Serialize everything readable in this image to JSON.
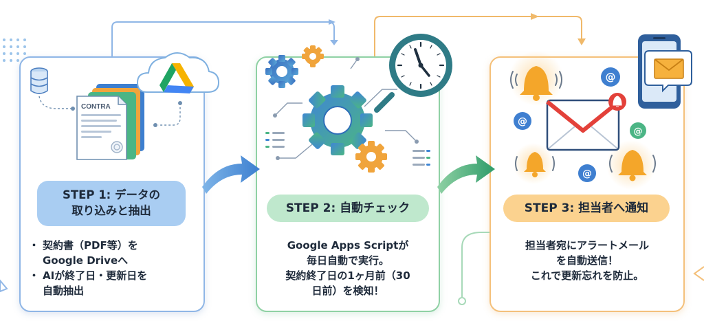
{
  "steps": [
    {
      "title_line1": "STEP 1: データの",
      "title_line2": "取り込みと抽出",
      "desc_line1": "契約書（PDF等）を",
      "desc_line2": "Google Driveへ",
      "desc_line3": "AIが終了日・更新日を",
      "desc_line4": "自動抽出"
    },
    {
      "title": "STEP 2: 自動チェック",
      "desc_line1": "Google Apps Scriptが",
      "desc_line2": "毎日自動で実行。",
      "desc_line3": "契約終了日の1ヶ月前（30",
      "desc_line4": "日前）を検知！"
    },
    {
      "title": "STEP 3: 担当者へ通知",
      "desc_line1": "担当者宛にアラートメール",
      "desc_line2": "を自動送信！",
      "desc_line3": "これで更新忘れを防止。"
    }
  ],
  "document_label": "CONTRA",
  "icons": [
    "database-icon",
    "cloud-icon",
    "google-drive-icon",
    "contract-document-icon",
    "gear-icon",
    "clock-icon",
    "bell-icon",
    "email-icon",
    "at-sign-icon",
    "smartphone-icon",
    "arrow-icon"
  ],
  "colors": {
    "blue": "#8fb6e6",
    "green": "#8fd1a4",
    "orange": "#f4c07a",
    "text": "#1e2a3a"
  }
}
